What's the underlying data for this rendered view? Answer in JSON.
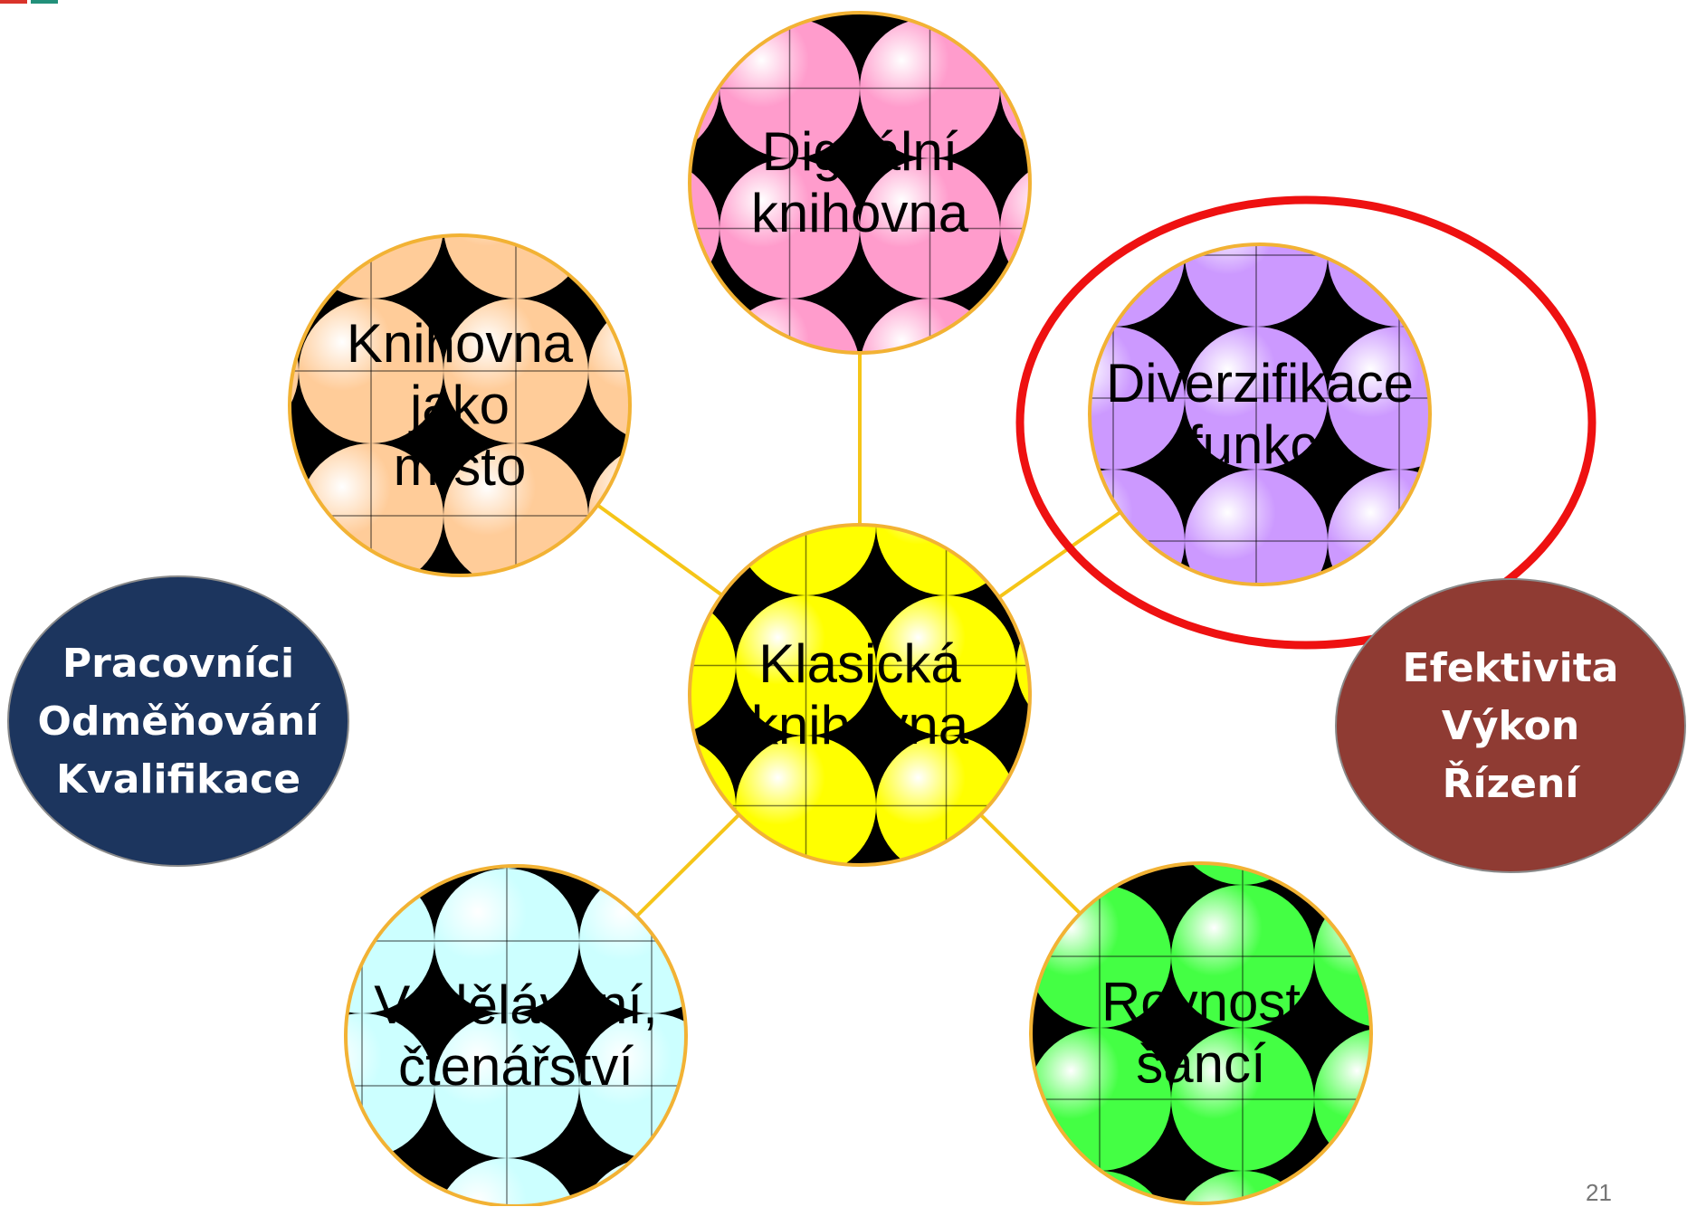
{
  "colors": {
    "connector": "#f5c518",
    "node_border": "#f2b234",
    "highlight_ring": "#ee1111",
    "corner_left": "#d9342b",
    "corner_right": "#22907a"
  },
  "center": {
    "name": "center-node-klasicka-knihovna",
    "lines": [
      "Klasická",
      "knihovna"
    ],
    "color": "#ffff00",
    "pattern_id": "pat-yellow"
  },
  "nodes": [
    {
      "name": "node-digitalni-knihovna",
      "lines": [
        "Digitální",
        "knihovna"
      ],
      "color": "#ff9ccc",
      "pattern_id": "pat-pink"
    },
    {
      "name": "node-knihovna-jako-misto",
      "lines": [
        "Knihovna",
        "jako",
        "místo"
      ],
      "color": "#ffcc99",
      "pattern_id": "pat-peach"
    },
    {
      "name": "node-diverzifikace-funkci",
      "lines": [
        "Diverzifikace",
        "funkcí"
      ],
      "color": "#cc99ff",
      "pattern_id": "pat-purple"
    },
    {
      "name": "node-vzdelavani-ctenarstvi",
      "lines": [
        "Vzdělávaní,",
        "čtenářství"
      ],
      "color": "#ccffff",
      "pattern_id": "pat-cyan"
    },
    {
      "name": "node-rovnost-sanci",
      "lines": [
        "Rovnost",
        "šancí"
      ],
      "color": "#44ff44",
      "pattern_id": "pat-green"
    }
  ],
  "side_left": {
    "name": "side-oval-pracovnici",
    "lines": [
      "Pracovníci",
      "Odměňování",
      "Kvalifikace"
    ],
    "color": "#1c355e"
  },
  "side_right": {
    "name": "side-oval-efektivita",
    "lines": [
      "Efektivita",
      "Výkon",
      "Řízení"
    ],
    "color": "#8f3b33"
  },
  "slide_number": "21"
}
